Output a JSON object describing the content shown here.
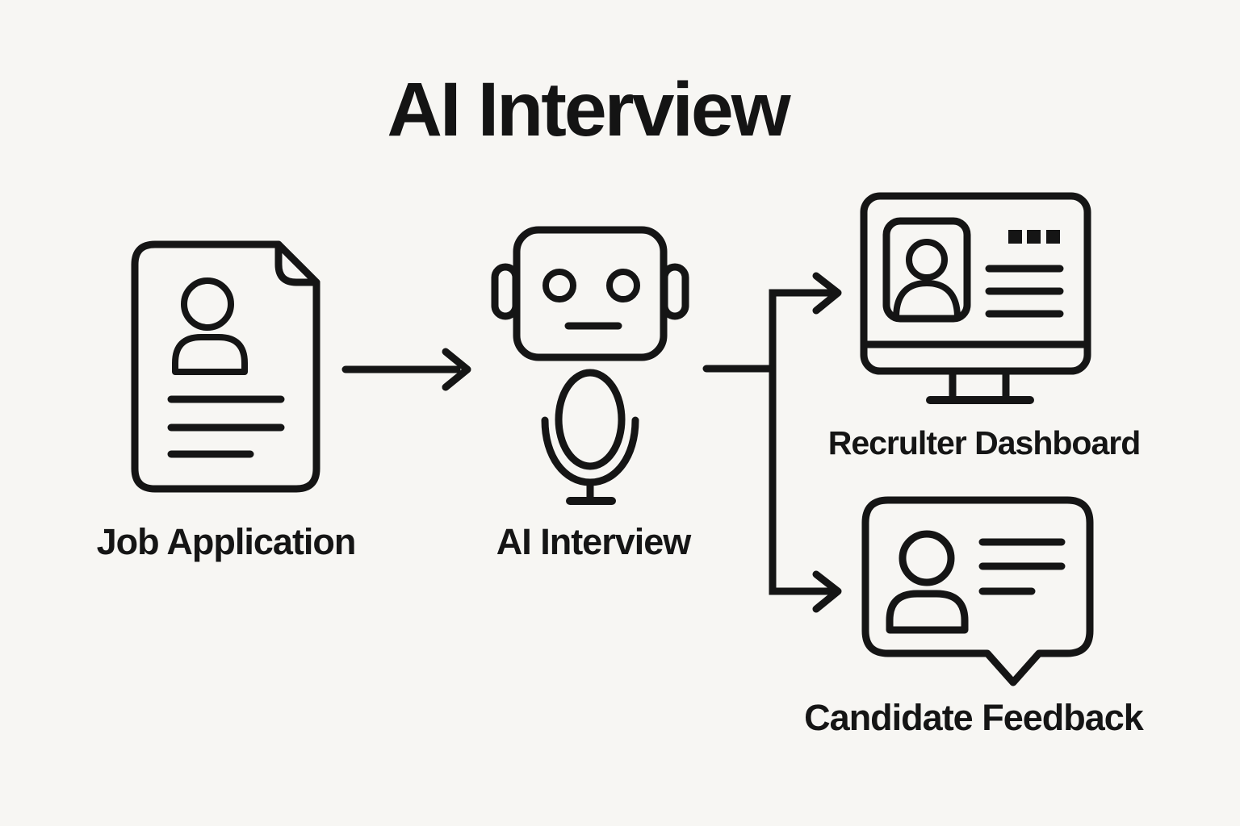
{
  "title": "AI Interview",
  "colors": {
    "background": "#f7f6f3",
    "stroke": "#151515"
  },
  "nodes": [
    {
      "id": "job-application",
      "label": "Job Application",
      "icon": "document-user-icon"
    },
    {
      "id": "ai-interview",
      "label": "AI Interview",
      "icon": "robot-microphone-icon"
    },
    {
      "id": "recruiter-dashboard",
      "label": "Recrulter Dashboard",
      "icon": "monitor-profile-icon"
    },
    {
      "id": "candidate-feedback",
      "label": "Candidate Feedback",
      "icon": "speech-bubble-user-icon"
    }
  ],
  "connections": [
    {
      "from": "job-application",
      "to": "ai-interview"
    },
    {
      "from": "ai-interview",
      "to": "recruiter-dashboard"
    },
    {
      "from": "ai-interview",
      "to": "candidate-feedback"
    }
  ]
}
